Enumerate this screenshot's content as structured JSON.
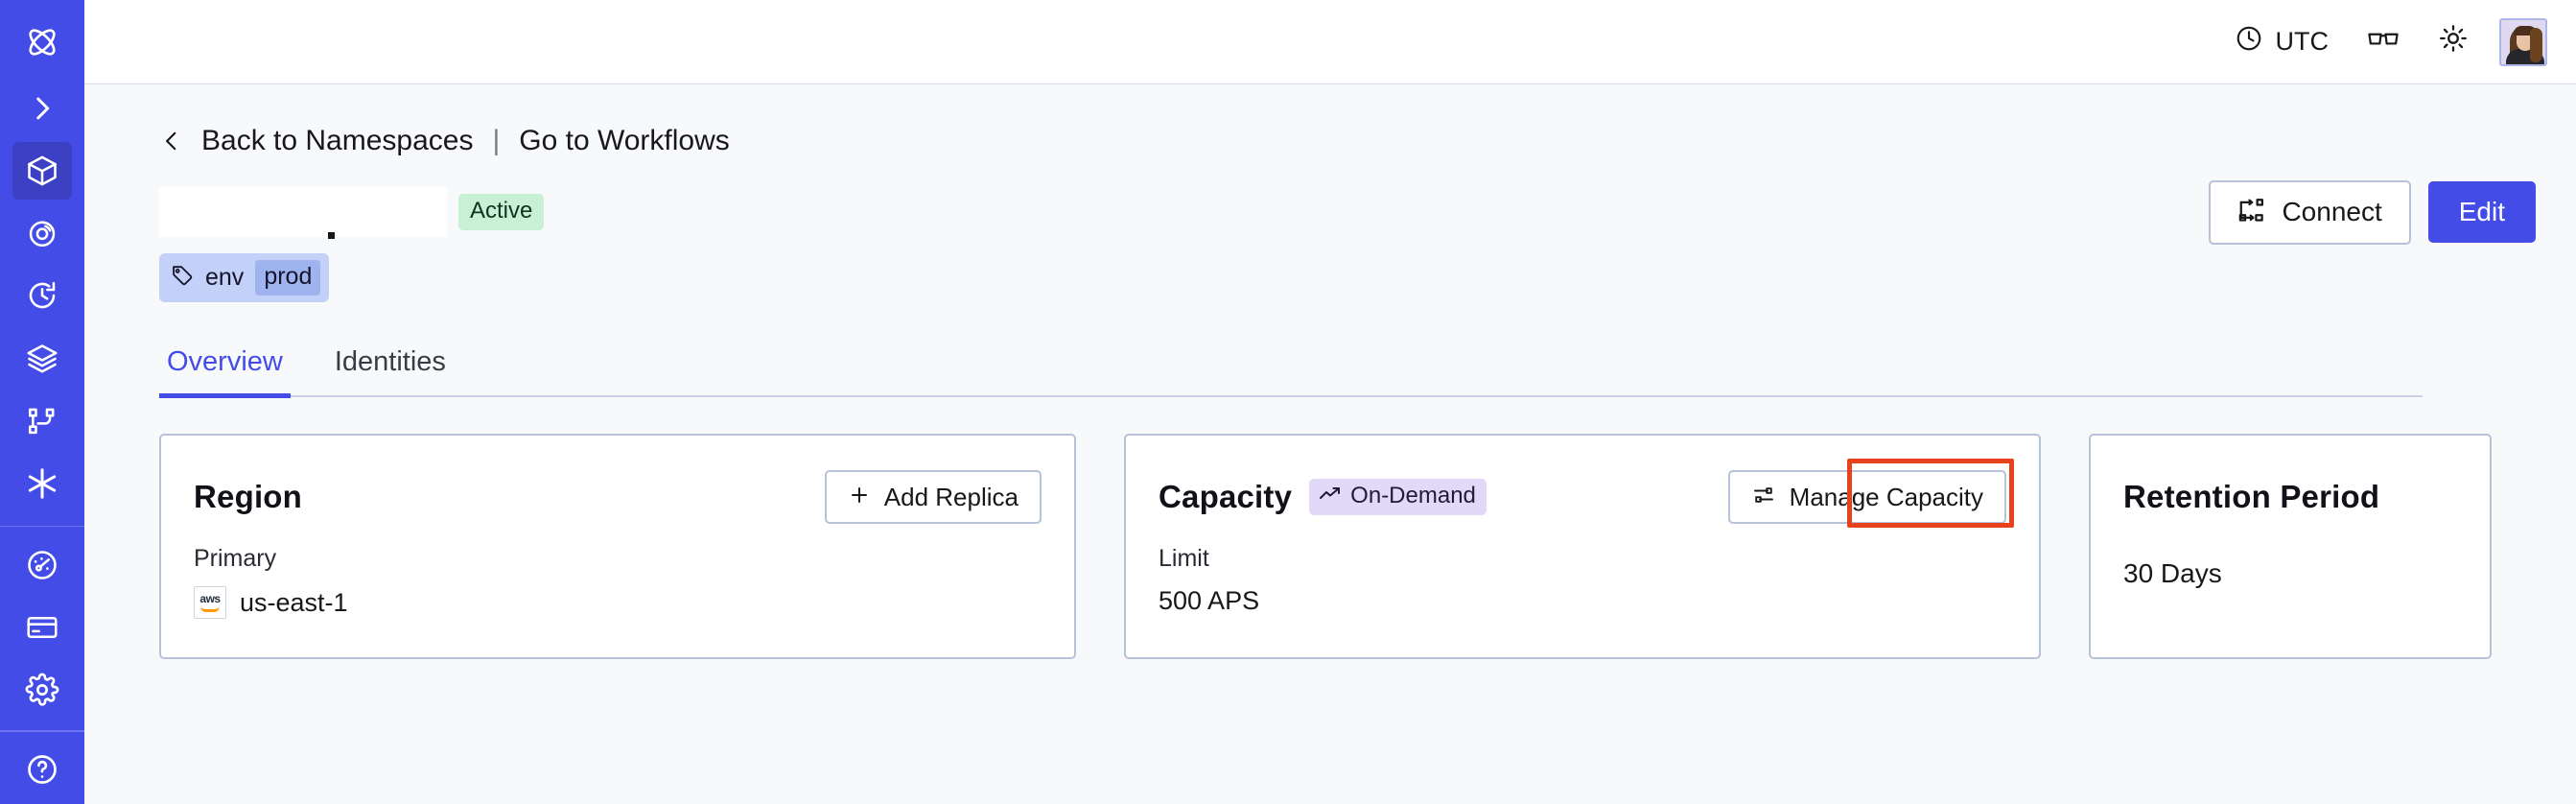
{
  "sidebar": {
    "items": [
      {
        "name": "logo",
        "icon": "temporal-logo-icon",
        "label": "Temporal",
        "active": false
      },
      {
        "name": "expand",
        "icon": "chevron-right-icon",
        "label": "Expand navigation",
        "active": false
      },
      {
        "name": "namespaces",
        "icon": "cube-icon",
        "label": "Namespaces",
        "active": true
      },
      {
        "name": "observability",
        "icon": "eye-icon",
        "label": "Observability",
        "active": false
      },
      {
        "name": "schedules",
        "icon": "timer-icon",
        "label": "Schedules",
        "active": false
      },
      {
        "name": "batch-operations",
        "icon": "layers-icon",
        "label": "Batch Operations",
        "active": false
      },
      {
        "name": "workflows",
        "icon": "git-branch-icon",
        "label": "Workflows",
        "active": false
      },
      {
        "name": "nexus",
        "icon": "asterisk-icon",
        "label": "Nexus",
        "active": false
      },
      {
        "name": "usage",
        "icon": "gauge-icon",
        "label": "Usage",
        "active": false
      },
      {
        "name": "billing",
        "icon": "credit-card-icon",
        "label": "Billing",
        "active": false
      },
      {
        "name": "settings",
        "icon": "gear-icon",
        "label": "Settings",
        "active": false
      }
    ]
  },
  "topbar": {
    "timezone": "UTC",
    "timezone_icon": "clock-icon",
    "glasses_icon": "glasses-icon",
    "theme_icon": "sun-icon",
    "avatar_label": "User account"
  },
  "breadcrumb": {
    "back_icon": "chevron-left-icon",
    "back_label": "Back to Namespaces",
    "separator": "|",
    "forward_label": "Go to Workflows"
  },
  "header": {
    "namespace_title": "",
    "status_badge": "Active",
    "connect_label": "Connect",
    "connect_icon": "connect-flow-icon",
    "edit_label": "Edit",
    "tags": [
      {
        "icon": "tag-icon",
        "key": "env",
        "value": "prod"
      }
    ]
  },
  "tabs": [
    {
      "label": "Overview",
      "active": true
    },
    {
      "label": "Identities",
      "active": false
    }
  ],
  "cards": {
    "region": {
      "title": "Region",
      "action_label": "Add Replica",
      "action_icon": "plus-icon",
      "label": "Primary",
      "provider_icon": "aws-logo-icon",
      "provider_text": "aws",
      "value": "us-east-1"
    },
    "capacity": {
      "title": "Capacity",
      "badge_label": "On-Demand",
      "badge_icon": "trending-up-icon",
      "action_label": "Manage Capacity",
      "action_icon": "sliders-icon",
      "label": "Limit",
      "value": "500 APS",
      "highlighted": true
    },
    "retention": {
      "title": "Retention Period",
      "value": "30 Days"
    }
  },
  "colors": {
    "brand_indigo": "#444ce7",
    "page_bg": "#f7f9fb",
    "card_border": "#b6c2d9",
    "status_green_bg": "#c7f0d5",
    "badge_purple_bg": "#e2d8f8",
    "tag_blue_bg": "#c3d0f7",
    "tag_value_bg": "#9fb4ef",
    "annotation_red": "#e8421c"
  }
}
